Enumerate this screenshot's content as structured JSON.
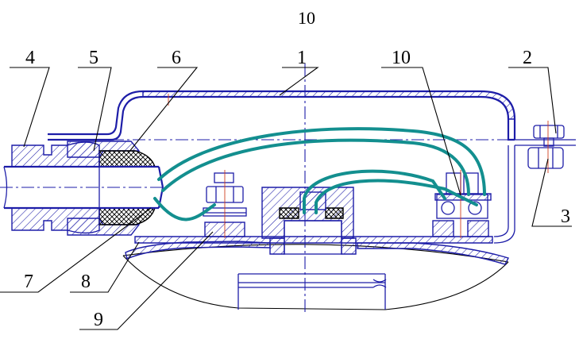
{
  "page_number": "10",
  "callouts": [
    {
      "id": "1",
      "text": "1"
    },
    {
      "id": "2",
      "text": "2"
    },
    {
      "id": "3",
      "text": "3"
    },
    {
      "id": "4",
      "text": "4"
    },
    {
      "id": "5",
      "text": "5"
    },
    {
      "id": "6",
      "text": "6"
    },
    {
      "id": "7",
      "text": "7"
    },
    {
      "id": "8",
      "text": "8"
    },
    {
      "id": "9",
      "text": "9"
    },
    {
      "id": "10",
      "text": "10"
    }
  ],
  "colors": {
    "outline": "#1d1da8",
    "wire": "#138f8f",
    "axis": "#d04020",
    "text": "#000000"
  }
}
